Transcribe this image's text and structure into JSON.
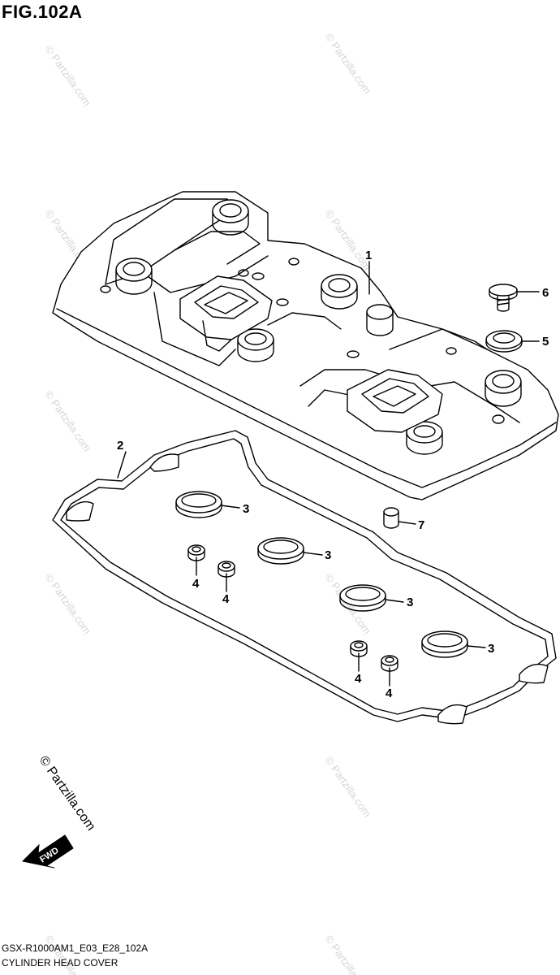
{
  "header": {
    "figure_title": "FIG.102A"
  },
  "callouts": {
    "c1": "1",
    "c2": "2",
    "c3a": "3",
    "c3b": "3",
    "c3c": "3",
    "c3d": "3",
    "c4a": "4",
    "c4b": "4",
    "c4c": "4",
    "c4d": "4",
    "c5": "5",
    "c6": "6",
    "c7": "7"
  },
  "watermark": {
    "small": "© Partzilla.com",
    "large": "© Partzilla.com"
  },
  "fwd_badge": "FWD",
  "footer": {
    "model_code": "GSX-R1000AM1_E03_E28_102A",
    "caption": "CYLINDER HEAD COVER"
  }
}
